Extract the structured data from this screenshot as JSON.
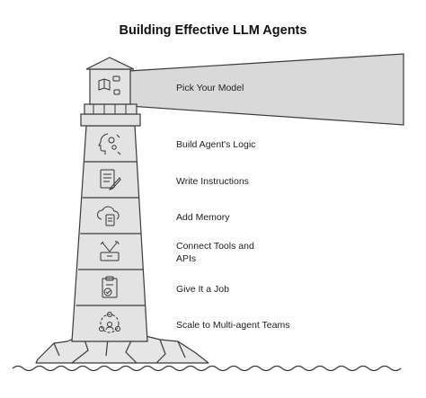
{
  "title": "Building Effective LLM Agents",
  "colors": {
    "stroke": "#3a3a3a",
    "fill": "#e3e3e3",
    "beam": "#d9d9d9",
    "text": "#222222",
    "background": "#ffffff"
  },
  "steps": [
    {
      "label": "Pick Your Model",
      "icon": "book-chat-icon"
    },
    {
      "label": "Build Agent's Logic",
      "icon": "head-gears-icon"
    },
    {
      "label": "Write Instructions",
      "icon": "document-pen-icon"
    },
    {
      "label": "Add Memory",
      "icon": "cloud-document-icon"
    },
    {
      "label": "Connect Tools and APIs",
      "icon": "toolbox-icon"
    },
    {
      "label": "Give It a Job",
      "icon": "clipboard-check-icon"
    },
    {
      "label": "Scale to Multi-agent Teams",
      "icon": "team-network-icon"
    }
  ]
}
